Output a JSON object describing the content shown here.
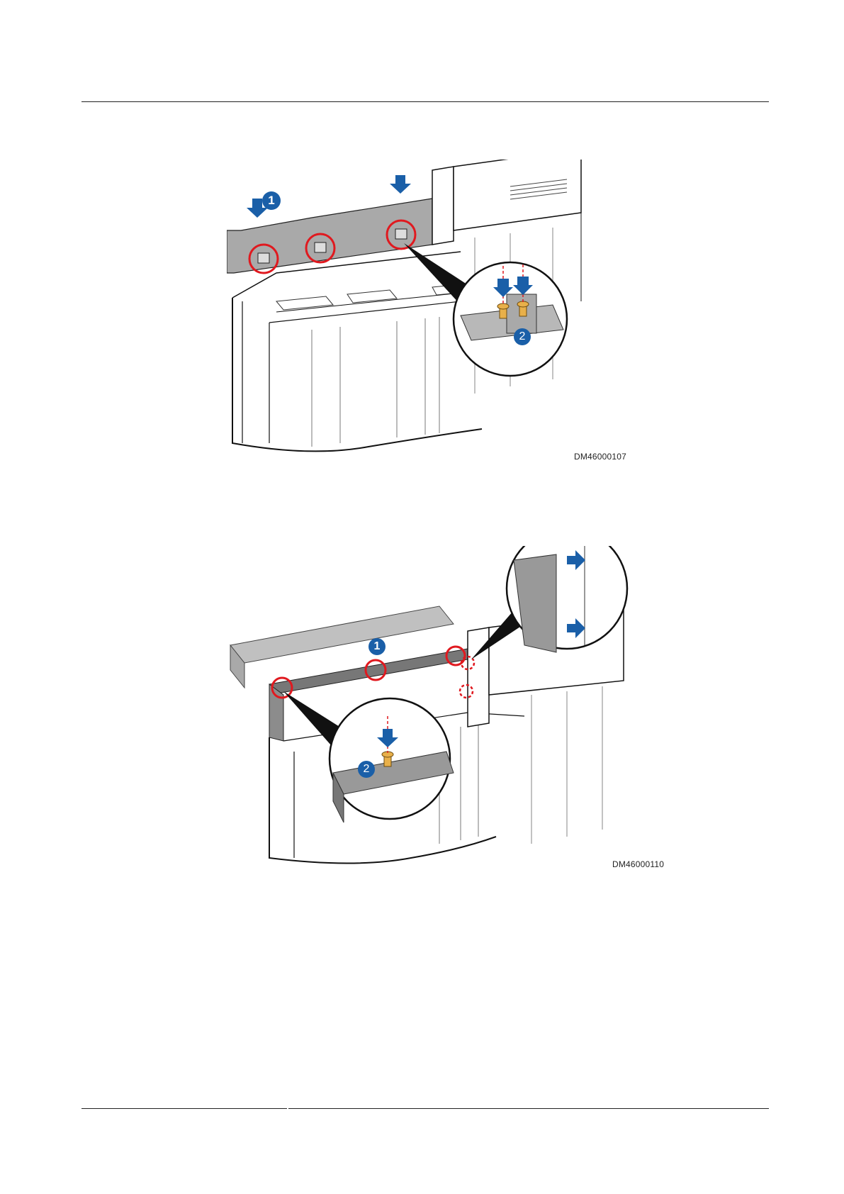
{
  "figures": [
    {
      "id_label": "DM46000107",
      "steps": [
        "1",
        "2"
      ]
    },
    {
      "id_label": "DM46000110",
      "steps": [
        "1",
        "2"
      ]
    }
  ],
  "colors": {
    "step_badge": "#1a5fa8",
    "arrow": "#1a5fa8",
    "highlight_circle": "#e0191f",
    "panel": "#a9a9a9",
    "screw": "#e8b04a"
  },
  "icons": [
    "down-arrow-icon",
    "right-arrow-icon",
    "screw-icon",
    "callout-circle"
  ]
}
